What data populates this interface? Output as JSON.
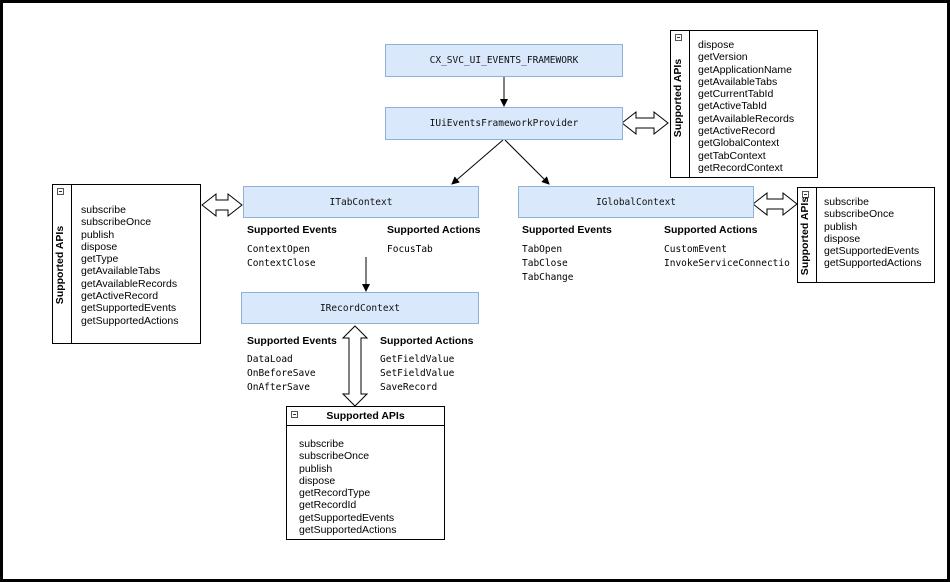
{
  "nodes": {
    "framework": "CX_SVC_UI_EVENTS_FRAMEWORK",
    "provider": "IUiEventsFrameworkProvider",
    "tab_context": "ITabContext",
    "global_context": "IGlobalContext",
    "record_context": "IRecordContext"
  },
  "tab_context": {
    "events_header": "Supported Events",
    "events": [
      "ContextOpen",
      "ContextClose"
    ],
    "actions_header": "Supported Actions",
    "actions": [
      "FocusTab"
    ]
  },
  "global_context": {
    "events_header": "Supported Events",
    "events": [
      "TabOpen",
      "TabClose",
      "TabChange"
    ],
    "actions_header": "Supported Actions",
    "actions": [
      "CustomEvent",
      "InvokeServiceConnectio"
    ]
  },
  "record_context": {
    "events_header": "Supported Events",
    "events": [
      "DataLoad",
      "OnBeforeSave",
      "OnAfterSave"
    ],
    "actions_header": "Supported Actions",
    "actions": [
      "GetFieldValue",
      "SetFieldValue",
      "SaveRecord"
    ]
  },
  "provider_apis": {
    "title": "Supported APIs",
    "items": [
      "dispose",
      "getVersion",
      "getApplicationName",
      "getAvailableTabs",
      "getCurrentTabId",
      "getActiveTabId",
      "getAvailableRecords",
      "getActiveRecord",
      "getGlobalContext",
      "getTabContext",
      "getRecordContext"
    ]
  },
  "tab_apis": {
    "title": "Supported APIs",
    "items": [
      "subscribe",
      "subscribeOnce",
      "publish",
      "dispose",
      "getType",
      "getAvailableTabs",
      "getAvailableRecords",
      "getActiveRecord",
      "getSupportedEvents",
      "getSupportedActions"
    ]
  },
  "global_apis": {
    "title": "Supported APIs",
    "items": [
      "subscribe",
      "subscribeOnce",
      "publish",
      "dispose",
      "getSupportedEvents",
      "getSupportedActions"
    ]
  },
  "record_apis": {
    "title": "Supported APIs",
    "items": [
      "subscribe",
      "subscribeOnce",
      "publish",
      "dispose",
      "getRecordType",
      "getRecordId",
      "getSupportedEvents",
      "getSupportedActions"
    ]
  }
}
